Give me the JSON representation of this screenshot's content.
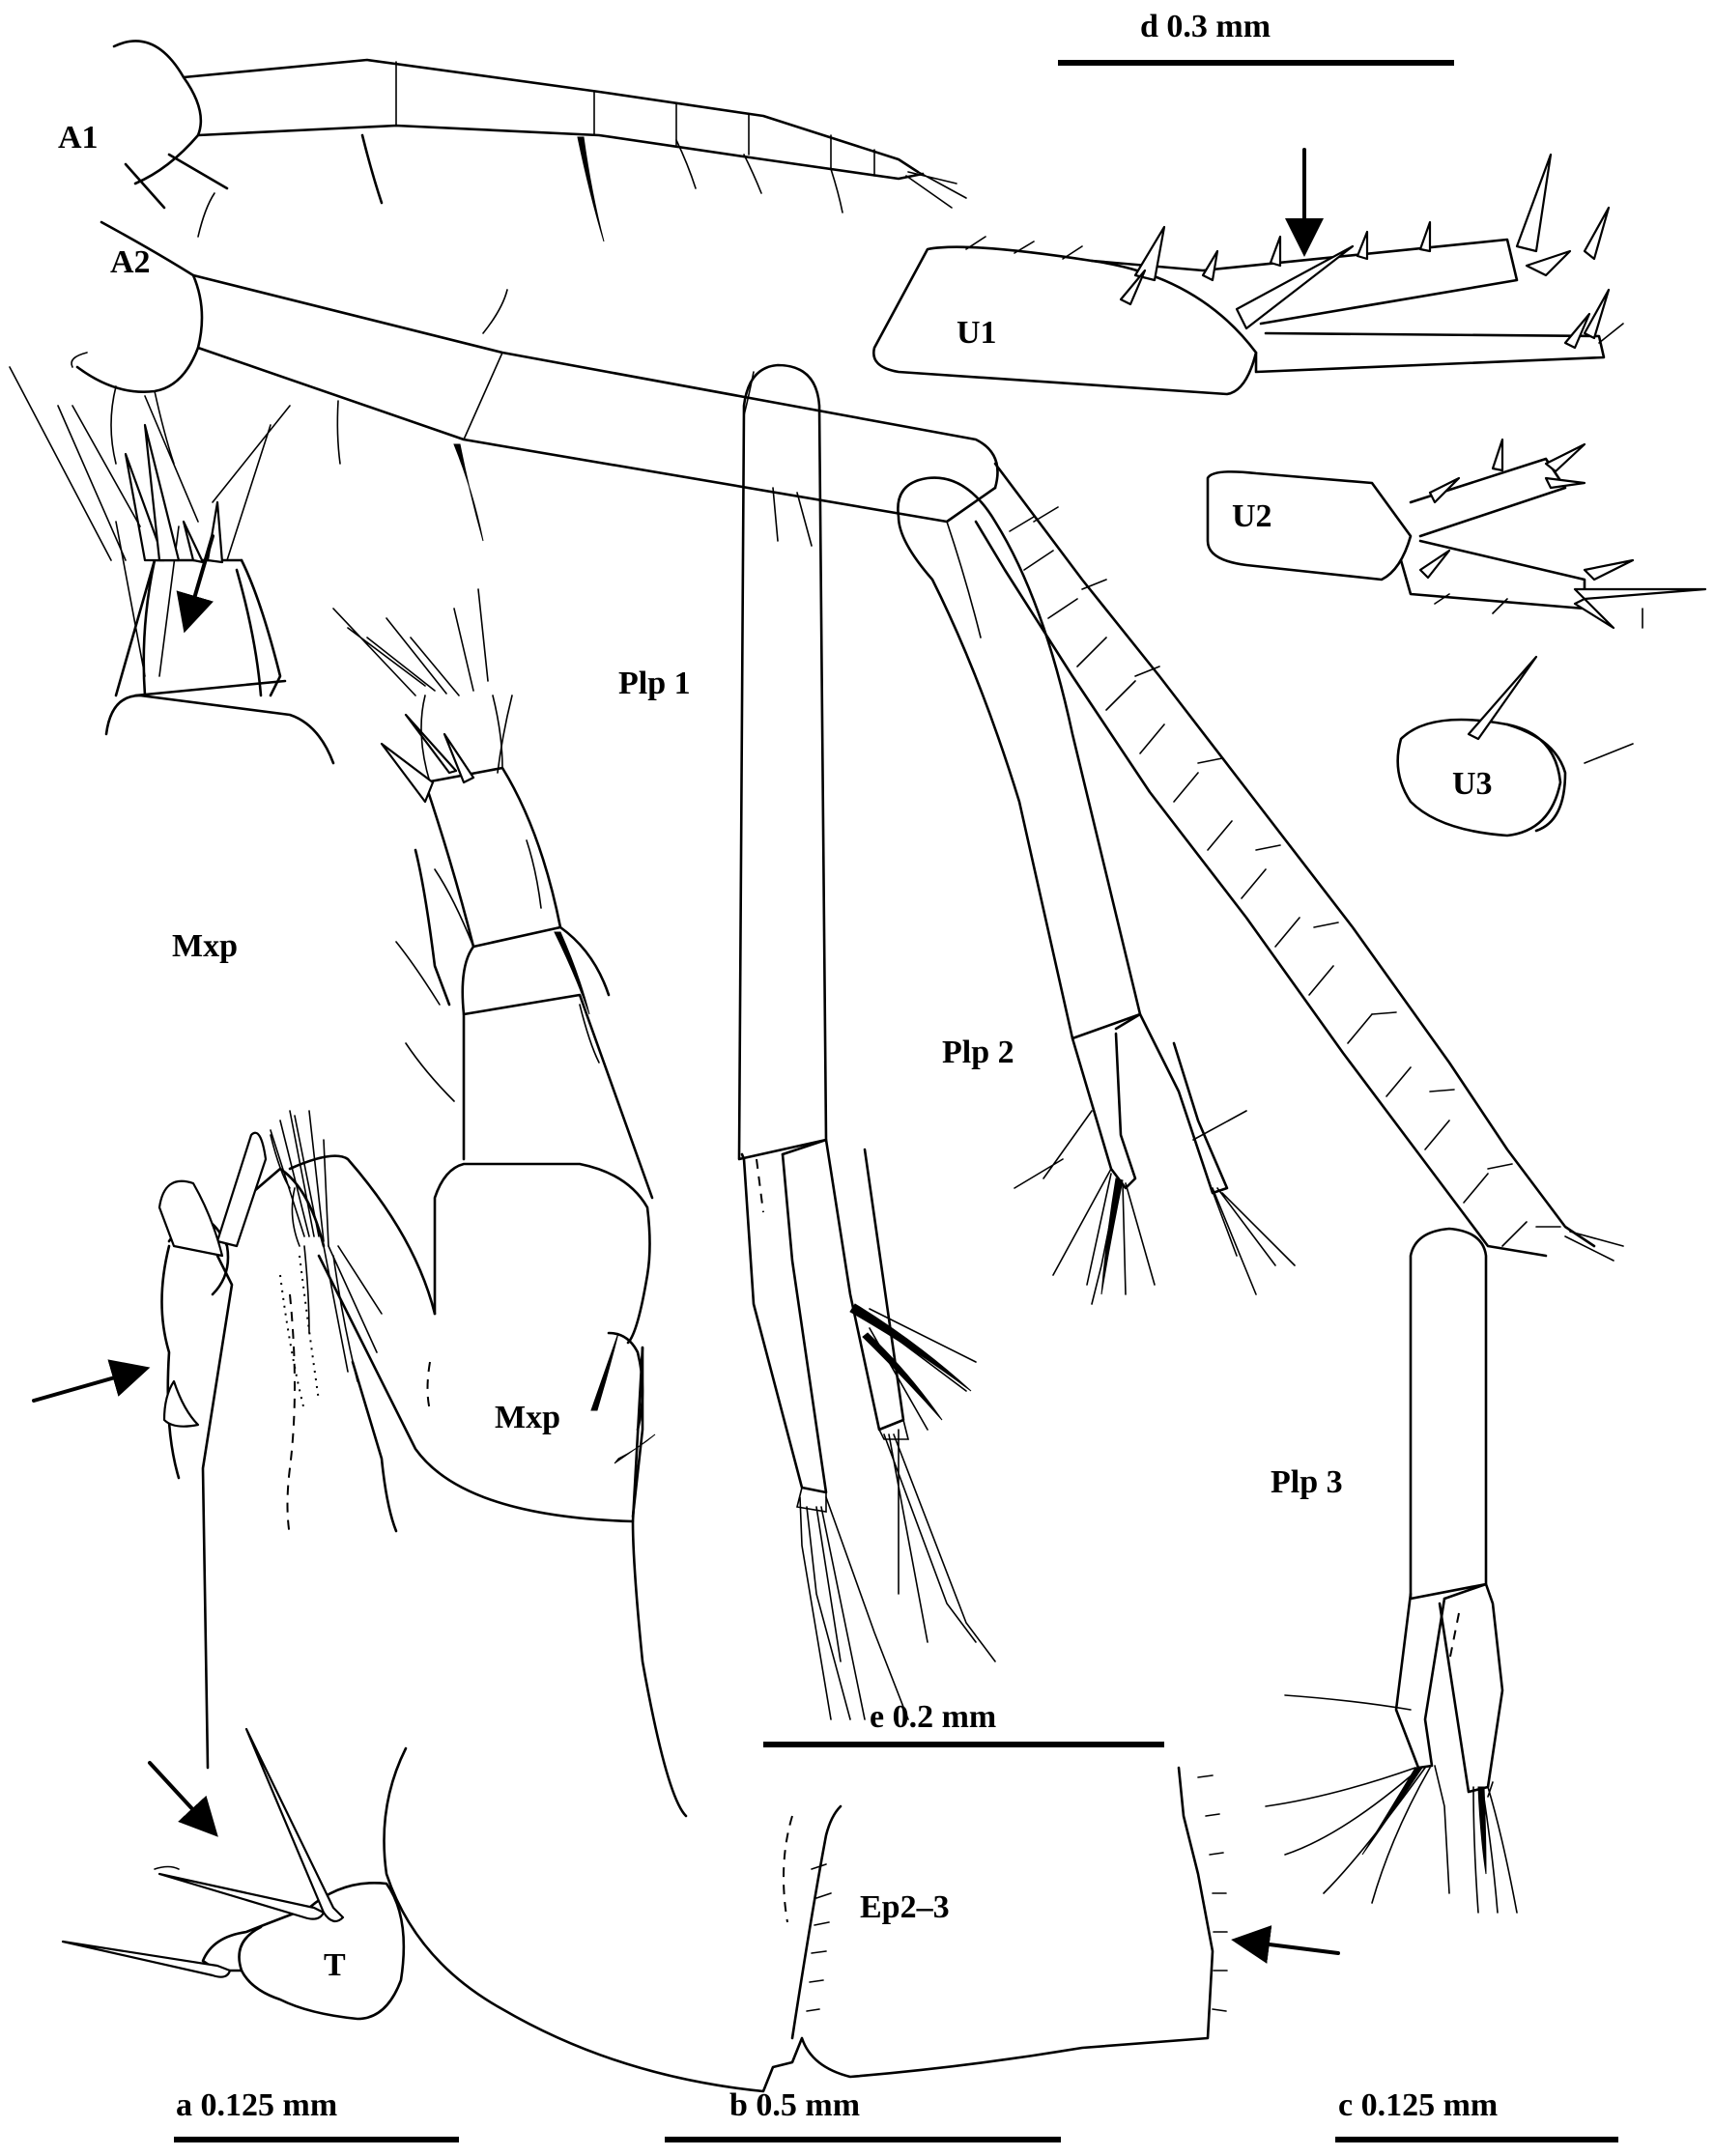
{
  "labels": {
    "A1": "A1",
    "A2": "A2",
    "U1": "U1",
    "U2": "U2",
    "U3": "U3",
    "Mxp_top": "Mxp",
    "Mxp_main": "Mxp",
    "Plp1": "Plp 1",
    "Plp2": "Plp 2",
    "Plp3": "Plp 3",
    "Ep": "Ep2–3",
    "T": "T"
  },
  "scale_bars": {
    "d": "d  0.3 mm",
    "e": "e  0.2 mm",
    "a": "a  0.125 mm",
    "b": "b  0.5 mm",
    "c": "c  0.125 mm"
  },
  "colors": {
    "ink": "#000000",
    "paper": "#ffffff"
  }
}
